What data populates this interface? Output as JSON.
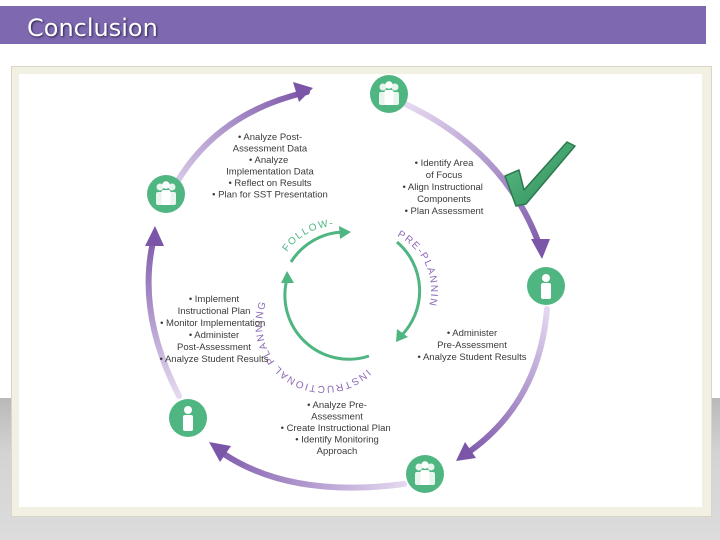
{
  "slide": {
    "title": "Conclusion"
  },
  "cycle": {
    "inner_labels": {
      "follow_up": "FOLLOW-UP",
      "pre_planning": "PRE-PLANNING",
      "instructional_planning": "INSTRUCTIONAL PLANNING"
    },
    "step_groups": [
      {
        "id": "top-left",
        "lines": [
          "• Analyze Post-",
          "Assessment Data",
          "• Analyze",
          "Implementation Data",
          "• Reflect on Results",
          "• Plan for SST Presentation"
        ]
      },
      {
        "id": "top-right",
        "lines": [
          "• Identify Area",
          "of Focus",
          "• Align Instructional",
          "Components",
          "• Plan Assessment"
        ]
      },
      {
        "id": "right",
        "lines": [
          "• Administer",
          "Pre-Assessment",
          "• Analyze Student Results"
        ]
      },
      {
        "id": "bottom",
        "lines": [
          "• Analyze Pre-",
          "Assessment",
          "• Create Instructional Plan",
          "• Identify Monitoring",
          "Approach"
        ]
      },
      {
        "id": "left",
        "lines": [
          "• Implement",
          "Instructional Plan",
          "• Monitor Implementation",
          "• Administer",
          "Post-Assessment",
          "• Analyze Student Results"
        ]
      }
    ]
  },
  "colors": {
    "title_bar": "#7e69b0",
    "purple_arrow": "#8660b0",
    "green": "#4fb581",
    "checkmark": "#3d9a67"
  },
  "icons": [
    "group-of-people-icon",
    "person-icon",
    "checkmark-icon"
  ]
}
